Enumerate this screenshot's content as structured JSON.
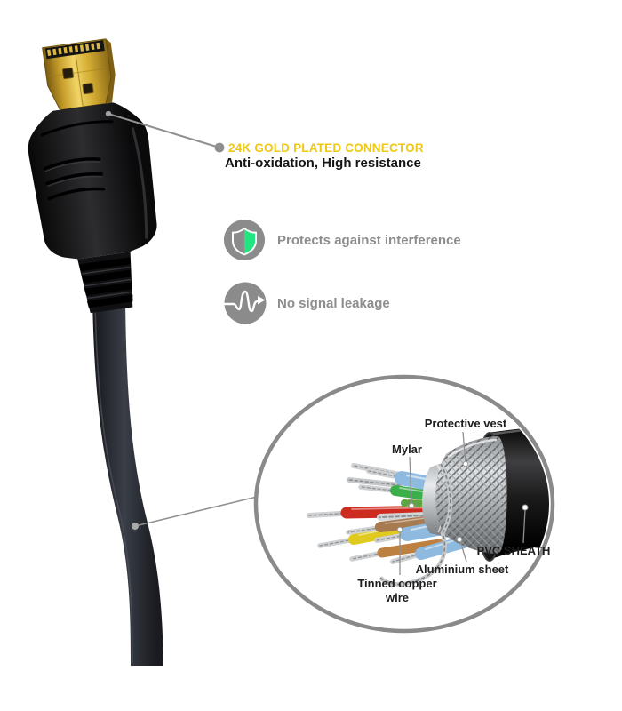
{
  "headline": {
    "title": "24K GOLD PLATED CONNECTOR",
    "subtitle": "Anti-oxidation, High resistance"
  },
  "features": [
    {
      "icon": "shield-check-icon",
      "label": "Protects against interference"
    },
    {
      "icon": "signal-wave-icon",
      "label": "No signal leakage"
    }
  ],
  "inset_labels": [
    {
      "id": "protective-vest",
      "text": "Protective vest"
    },
    {
      "id": "mylar",
      "text": "Mylar"
    },
    {
      "id": "pvc-sheath",
      "text": "PVC SHEATH"
    },
    {
      "id": "aluminium-sheet",
      "text": "Aluminium sheet"
    },
    {
      "id": "tinned-copper-wire",
      "text": "Tinned copper wire"
    }
  ],
  "colors": {
    "accent_yellow": "#EFC815",
    "text_gray": "#8D8D8D",
    "label_black": "#1D1D1D",
    "icon_gray": "#8B8B8B",
    "shield_green": "#22E57F",
    "ring_gray": "#8A8A8A",
    "leader_gray": "#909090",
    "wire_blue": "#8FBADF",
    "wire_green": "#3CAF4A",
    "wire_red": "#CE2B20",
    "wire_yellow": "#E0CA1F",
    "wire_brown": "#A87A50",
    "wire_tan": "#BE8040",
    "cable_black": "#26282E"
  }
}
